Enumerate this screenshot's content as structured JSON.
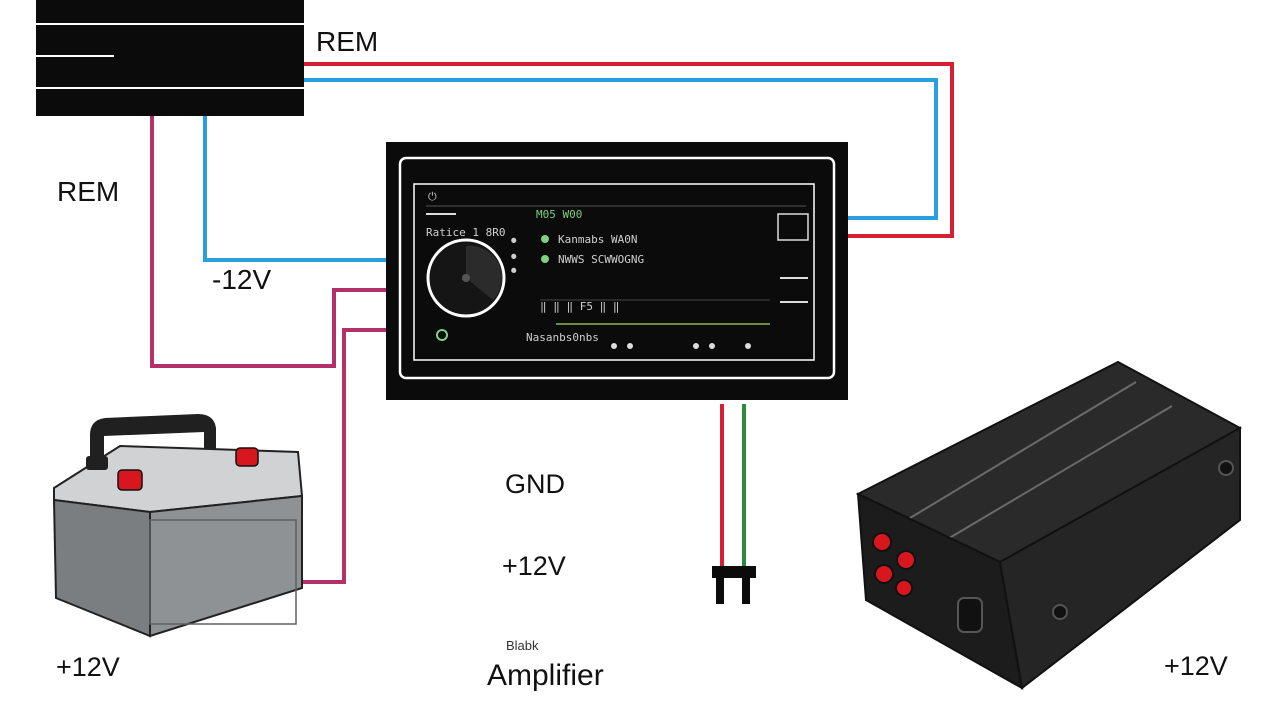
{
  "labels": {
    "rem_top": "REM",
    "rem_left": "REM",
    "minus_12v": "-12V",
    "gnd": "GND",
    "plus_12v_center": "+12V",
    "plus_12v_battery": "+12V",
    "plus_12v_amp": "+12V",
    "small_caption": "Blabk",
    "amplifier": "Amplifier"
  },
  "head_unit": {
    "brand_text": "Ratice 1 8R0",
    "mode_text": "M05 W00",
    "line1": "Kanmabs WA0N",
    "line2": "NWWS SCWWOGNG",
    "eq_text": "‖ ‖ ‖ F5 ‖ ‖",
    "bottom_text": "Nasanbs0nbs"
  },
  "colors": {
    "red_wire": "#d62032",
    "blue_wire": "#2a9fe0",
    "magenta_wire": "#b3306a",
    "green_wire": "#2e8b3e",
    "black": "#0b0b0b",
    "battery_gray": "#8a8d90",
    "terminal_red": "#d8161e"
  }
}
